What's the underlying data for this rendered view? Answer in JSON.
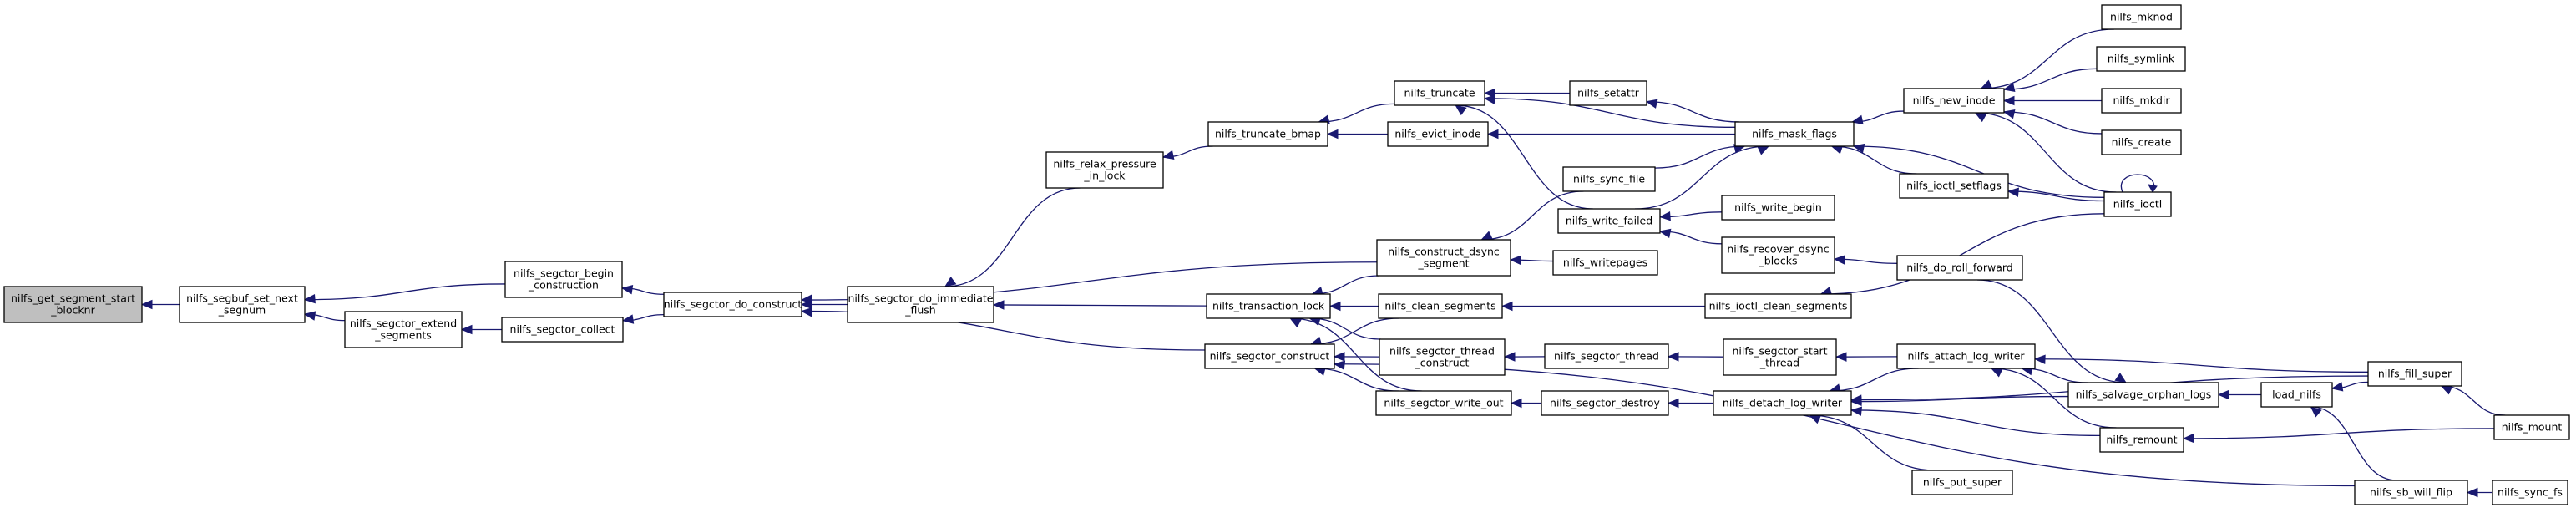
{
  "diagram": {
    "type": "call-graph",
    "root": "nilfs_get_segment_start_blocknr",
    "nodes": [
      {
        "id": "get_segment_start",
        "lines": [
          "nilfs_get_segment_start",
          "_blocknr"
        ],
        "root": true
      },
      {
        "id": "segbuf_set_next",
        "lines": [
          "nilfs_segbuf_set_next",
          "_segnum"
        ]
      },
      {
        "id": "segctor_begin",
        "lines": [
          "nilfs_segctor_begin",
          "_construction"
        ]
      },
      {
        "id": "segctor_extend",
        "lines": [
          "nilfs_segctor_extend",
          "_segments"
        ]
      },
      {
        "id": "segctor_collect",
        "lines": [
          "nilfs_segctor_collect"
        ]
      },
      {
        "id": "segctor_do_construct",
        "lines": [
          "nilfs_segctor_do_construct"
        ]
      },
      {
        "id": "segctor_do_immediate",
        "lines": [
          "nilfs_segctor_do_immediate",
          "_flush"
        ]
      },
      {
        "id": "relax_pressure",
        "lines": [
          "nilfs_relax_pressure",
          "_in_lock"
        ]
      },
      {
        "id": "truncate_bmap",
        "lines": [
          "nilfs_truncate_bmap"
        ]
      },
      {
        "id": "truncate",
        "lines": [
          "nilfs_truncate"
        ]
      },
      {
        "id": "evict_inode",
        "lines": [
          "nilfs_evict_inode"
        ]
      },
      {
        "id": "setattr",
        "lines": [
          "nilfs_setattr"
        ]
      },
      {
        "id": "mask_flags",
        "lines": [
          "nilfs_mask_flags"
        ]
      },
      {
        "id": "new_inode",
        "lines": [
          "nilfs_new_inode"
        ]
      },
      {
        "id": "mknod",
        "lines": [
          "nilfs_mknod"
        ]
      },
      {
        "id": "symlink",
        "lines": [
          "nilfs_symlink"
        ]
      },
      {
        "id": "mkdir",
        "lines": [
          "nilfs_mkdir"
        ]
      },
      {
        "id": "create",
        "lines": [
          "nilfs_create"
        ]
      },
      {
        "id": "ioctl_setflags",
        "lines": [
          "nilfs_ioctl_setflags"
        ]
      },
      {
        "id": "ioctl",
        "lines": [
          "nilfs_ioctl"
        ]
      },
      {
        "id": "sync_file",
        "lines": [
          "nilfs_sync_file"
        ]
      },
      {
        "id": "write_failed",
        "lines": [
          "nilfs_write_failed"
        ]
      },
      {
        "id": "write_begin",
        "lines": [
          "nilfs_write_begin"
        ]
      },
      {
        "id": "recover_dsync",
        "lines": [
          "nilfs_recover_dsync",
          "_blocks"
        ]
      },
      {
        "id": "do_roll_forward",
        "lines": [
          "nilfs_do_roll_forward"
        ]
      },
      {
        "id": "construct_dsync",
        "lines": [
          "nilfs_construct_dsync",
          "_segment"
        ]
      },
      {
        "id": "writepages",
        "lines": [
          "nilfs_writepages"
        ]
      },
      {
        "id": "transaction_lock",
        "lines": [
          "nilfs_transaction_lock"
        ]
      },
      {
        "id": "clean_segments",
        "lines": [
          "nilfs_clean_segments"
        ]
      },
      {
        "id": "ioctl_clean_segments",
        "lines": [
          "nilfs_ioctl_clean_segments"
        ]
      },
      {
        "id": "segctor_thread_construct",
        "lines": [
          "nilfs_segctor_thread",
          "_construct"
        ]
      },
      {
        "id": "segctor_thread",
        "lines": [
          "nilfs_segctor_thread"
        ]
      },
      {
        "id": "segctor_start_thread",
        "lines": [
          "nilfs_segctor_start",
          "_thread"
        ]
      },
      {
        "id": "attach_log_writer",
        "lines": [
          "nilfs_attach_log_writer"
        ]
      },
      {
        "id": "segctor_construct",
        "lines": [
          "nilfs_segctor_construct"
        ]
      },
      {
        "id": "segctor_write_out",
        "lines": [
          "nilfs_segctor_write_out"
        ]
      },
      {
        "id": "segctor_destroy",
        "lines": [
          "nilfs_segctor_destroy"
        ]
      },
      {
        "id": "detach_log_writer",
        "lines": [
          "nilfs_detach_log_writer"
        ]
      },
      {
        "id": "salvage_orphan_logs",
        "lines": [
          "nilfs_salvage_orphan_logs"
        ]
      },
      {
        "id": "load_nilfs",
        "lines": [
          "load_nilfs"
        ]
      },
      {
        "id": "fill_super",
        "lines": [
          "nilfs_fill_super"
        ]
      },
      {
        "id": "remount",
        "lines": [
          "nilfs_remount"
        ]
      },
      {
        "id": "mount",
        "lines": [
          "nilfs_mount"
        ]
      },
      {
        "id": "put_super",
        "lines": [
          "nilfs_put_super"
        ]
      },
      {
        "id": "sb_will_flip",
        "lines": [
          "nilfs_sb_will_flip"
        ]
      },
      {
        "id": "sync_fs",
        "lines": [
          "nilfs_sync_fs"
        ]
      }
    ],
    "edges": [
      {
        "from": "segbuf_set_next",
        "to": "get_segment_start"
      },
      {
        "from": "segctor_begin",
        "to": "segbuf_set_next"
      },
      {
        "from": "segctor_extend",
        "to": "segbuf_set_next"
      },
      {
        "from": "segctor_do_construct",
        "to": "segctor_begin"
      },
      {
        "from": "segctor_collect",
        "to": "segctor_extend"
      },
      {
        "from": "segctor_do_construct",
        "to": "segctor_collect"
      },
      {
        "from": "segctor_do_immediate",
        "to": "segctor_do_construct"
      },
      {
        "from": "construct_dsync",
        "to": "segctor_do_construct"
      },
      {
        "from": "segctor_construct",
        "to": "segctor_do_construct"
      },
      {
        "from": "relax_pressure",
        "to": "segctor_do_immediate"
      },
      {
        "from": "transaction_lock",
        "to": "segctor_do_immediate"
      },
      {
        "from": "truncate_bmap",
        "to": "relax_pressure"
      },
      {
        "from": "truncate",
        "to": "truncate_bmap"
      },
      {
        "from": "evict_inode",
        "to": "truncate_bmap"
      },
      {
        "from": "setattr",
        "to": "truncate"
      },
      {
        "from": "mask_flags",
        "to": "truncate"
      },
      {
        "from": "write_failed",
        "to": "truncate"
      },
      {
        "from": "mask_flags",
        "to": "evict_inode"
      },
      {
        "from": "mask_flags",
        "to": "setattr"
      },
      {
        "from": "new_inode",
        "to": "mask_flags"
      },
      {
        "from": "ioctl_setflags",
        "to": "mask_flags"
      },
      {
        "from": "ioctl",
        "to": "mask_flags"
      },
      {
        "from": "mknod",
        "to": "new_inode"
      },
      {
        "from": "symlink",
        "to": "new_inode"
      },
      {
        "from": "mkdir",
        "to": "new_inode"
      },
      {
        "from": "create",
        "to": "new_inode"
      },
      {
        "from": "ioctl",
        "to": "new_inode"
      },
      {
        "from": "ioctl",
        "to": "ioctl_setflags"
      },
      {
        "from": "ioctl",
        "to": "ioctl"
      },
      {
        "from": "sync_file",
        "to": "mask_flags"
      },
      {
        "from": "write_failed",
        "to": "mask_flags"
      },
      {
        "from": "write_begin",
        "to": "write_failed"
      },
      {
        "from": "recover_dsync",
        "to": "write_failed"
      },
      {
        "from": "do_roll_forward",
        "to": "recover_dsync"
      },
      {
        "from": "sync_file",
        "to": "construct_dsync"
      },
      {
        "from": "writepages",
        "to": "construct_dsync"
      },
      {
        "from": "construct_dsync",
        "to": "transaction_lock"
      },
      {
        "from": "clean_segments",
        "to": "transaction_lock"
      },
      {
        "from": "segctor_thread_construct",
        "to": "transaction_lock"
      },
      {
        "from": "segctor_write_out",
        "to": "transaction_lock"
      },
      {
        "from": "ioctl_clean_segments",
        "to": "clean_segments"
      },
      {
        "from": "ioctl",
        "to": "ioctl_clean_segments"
      },
      {
        "from": "segctor_thread",
        "to": "segctor_thread_construct"
      },
      {
        "from": "segctor_start_thread",
        "to": "segctor_thread"
      },
      {
        "from": "attach_log_writer",
        "to": "segctor_start_thread"
      },
      {
        "from": "segctor_thread_construct",
        "to": "segctor_construct"
      },
      {
        "from": "segctor_write_out",
        "to": "segctor_construct"
      },
      {
        "from": "clean_segments",
        "to": "segctor_construct"
      },
      {
        "from": "sb_will_flip",
        "to": "segctor_construct"
      },
      {
        "from": "segctor_destroy",
        "to": "segctor_write_out"
      },
      {
        "from": "detach_log_writer",
        "to": "segctor_destroy"
      },
      {
        "from": "attach_log_writer",
        "to": "detach_log_writer"
      },
      {
        "from": "salvage_orphan_logs",
        "to": "detach_log_writer"
      },
      {
        "from": "remount",
        "to": "detach_log_writer"
      },
      {
        "from": "put_super",
        "to": "detach_log_writer"
      },
      {
        "from": "salvage_orphan_logs",
        "to": "attach_log_writer"
      },
      {
        "from": "remount",
        "to": "attach_log_writer"
      },
      {
        "from": "fill_super",
        "to": "attach_log_writer"
      },
      {
        "from": "fill_super",
        "to": "detach_log_writer"
      },
      {
        "from": "load_nilfs",
        "to": "salvage_orphan_logs"
      },
      {
        "from": "do_roll_forward",
        "to": "salvage_orphan_logs"
      },
      {
        "from": "fill_super",
        "to": "load_nilfs"
      },
      {
        "from": "mount",
        "to": "fill_super"
      },
      {
        "from": "mount",
        "to": "remount"
      },
      {
        "from": "sync_fs",
        "to": "sb_will_flip"
      },
      {
        "from": "sb_will_flip",
        "to": "load_nilfs"
      }
    ]
  }
}
